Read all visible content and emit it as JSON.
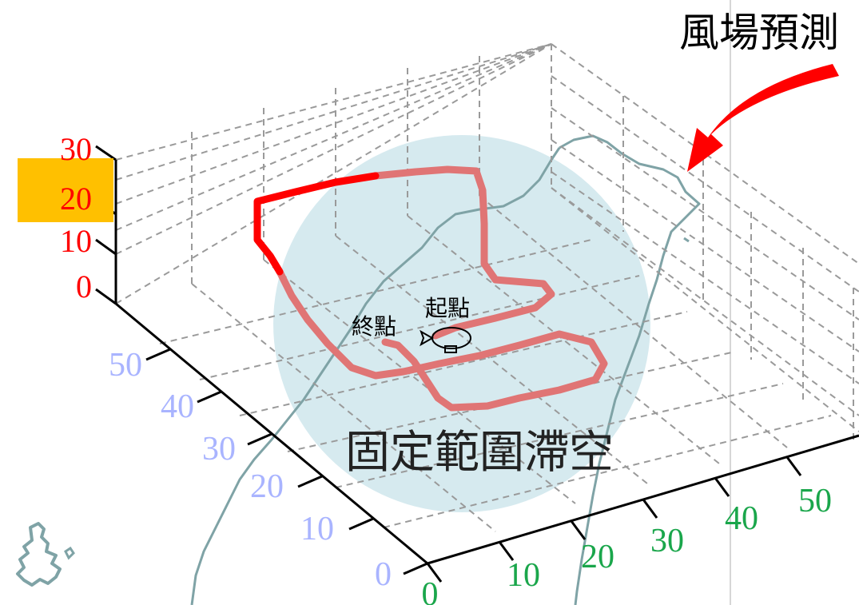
{
  "annotation": {
    "title": "風場預測",
    "hover_region_label": "固定範圍滯空",
    "start_label": "起點",
    "end_label": "終點",
    "arrow_color": "#ff0000"
  },
  "axes": {
    "z_ticks": [
      "0",
      "10",
      "20",
      "30"
    ],
    "z_highlight_tick": "20",
    "z_highlight_color": "#ffc000",
    "z_tick_color": "#ff0000",
    "y_ticks": [
      "0",
      "10",
      "20",
      "30",
      "40",
      "50"
    ],
    "y_tick_color": "#a9b4ff",
    "x_ticks": [
      "0",
      "10",
      "20",
      "30",
      "40",
      "50"
    ],
    "x_tick_color": "#1aa64b"
  },
  "colors": {
    "flight_path_high": "#ff0000",
    "flight_path": "#e07575",
    "hover_circle": "#cfe6ec",
    "coastline": "#7fa3a6",
    "grid": "#9a9a9a"
  },
  "icons": {
    "airship": "airship-icon"
  }
}
